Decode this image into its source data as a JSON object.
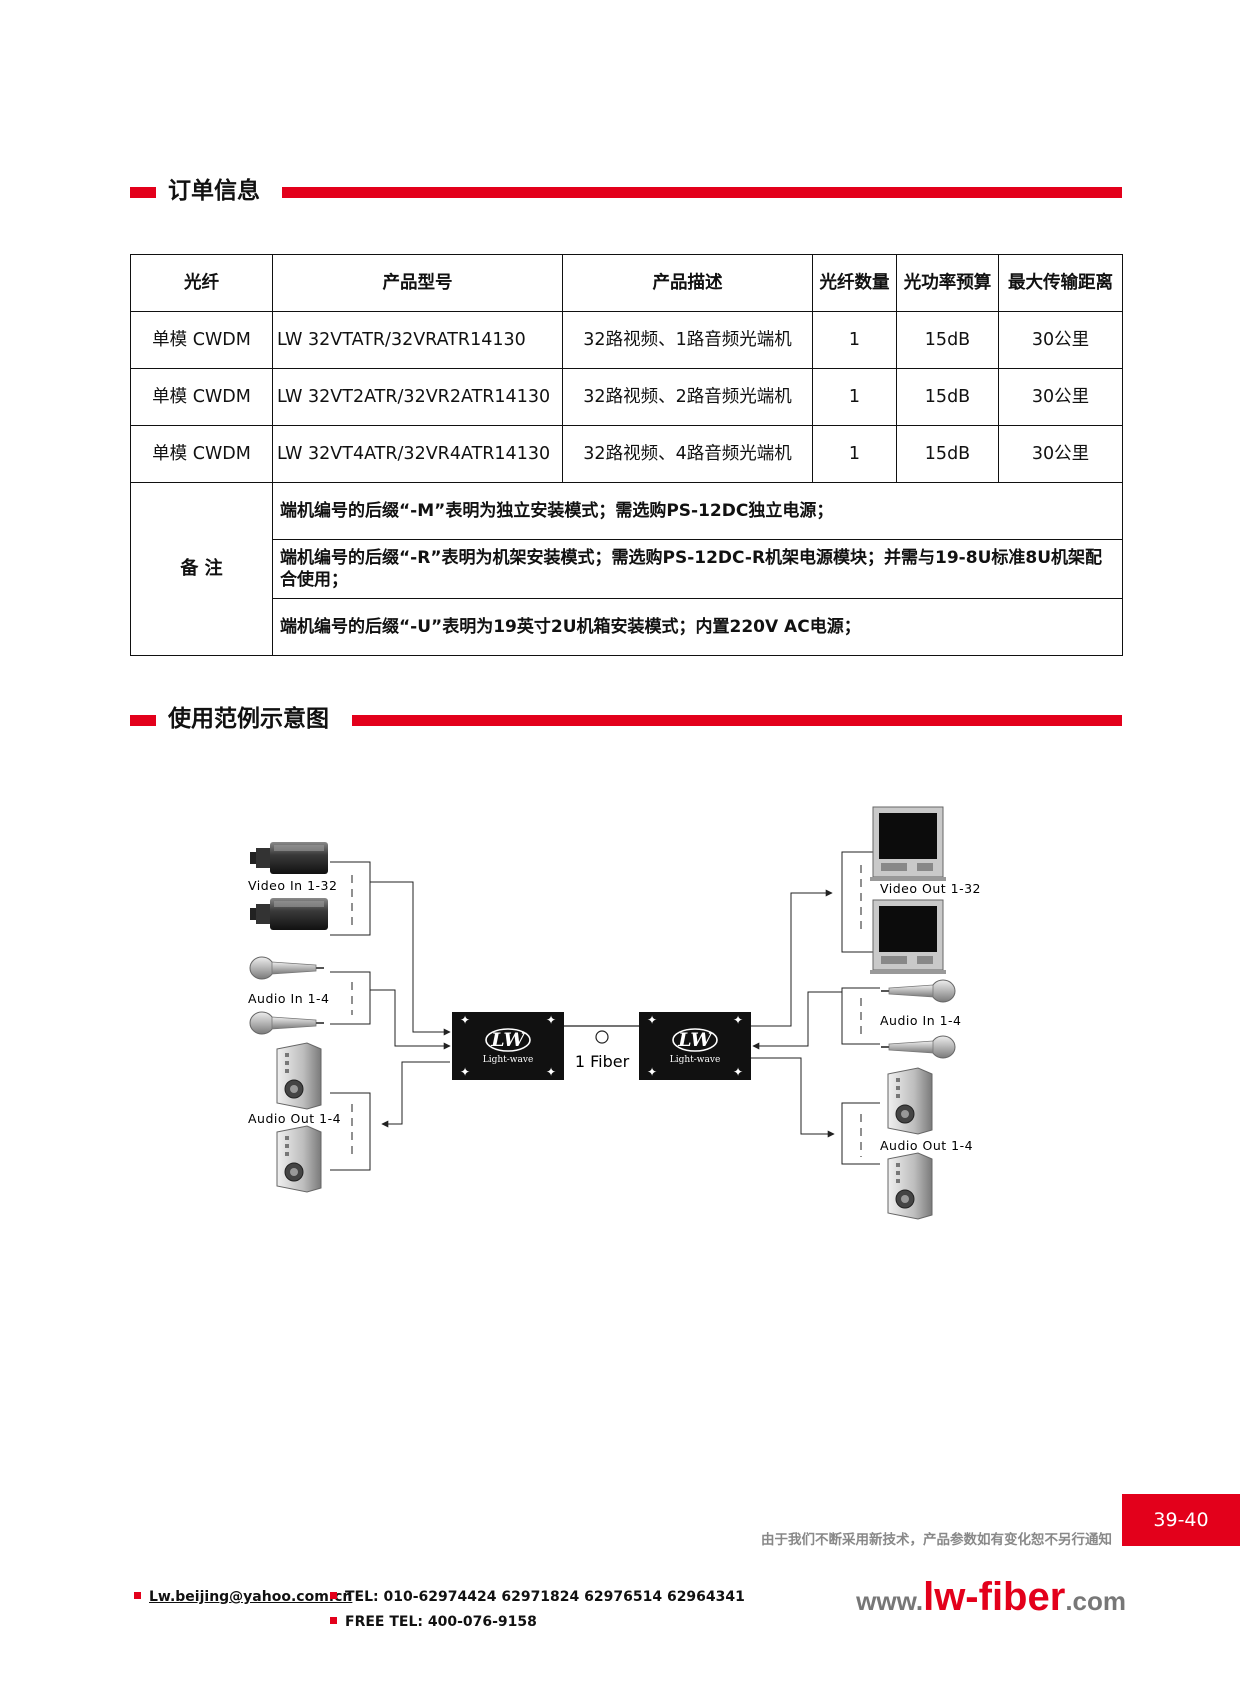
{
  "section_order": {
    "title": "订单信息"
  },
  "table": {
    "headers": [
      "光纤",
      "产品型号",
      "产品描述",
      "光纤数量",
      "光功率预算",
      "最大传输距离"
    ],
    "rows": [
      [
        "单模 CWDM",
        "LW 32VTATR/32VRATR14130",
        "32路视频、1路音频光端机",
        "1",
        "15dB",
        "30公里"
      ],
      [
        "单模 CWDM",
        "LW 32VT2ATR/32VR2ATR14130",
        "32路视频、2路音频光端机",
        "1",
        "15dB",
        "30公里"
      ],
      [
        "单模 CWDM",
        "LW 32VT4ATR/32VR4ATR14130",
        "32路视频、4路音频光端机",
        "1",
        "15dB",
        "30公里"
      ]
    ],
    "notes_label": "备 注",
    "notes": [
      "端机编号的后缀“-M”表明为独立安装模式；需选购PS-12DC独立电源；",
      "端机编号的后缀“-R”表明为机架安装模式；需选购PS-12DC-R机架电源模块；并需与19-8U标准8U机架配合使用；",
      "端机编号的后缀“-U”表明为19英寸2U机箱安装模式；内置220V AC电源；"
    ]
  },
  "section_usage": {
    "title": "使用范例示意图"
  },
  "diagram": {
    "left": {
      "video_in": "Video In 1-32",
      "audio_in": "Audio In 1-4",
      "audio_out": "Audio Out 1-4"
    },
    "right": {
      "video_out": "Video Out 1-32",
      "audio_in": "Audio In 1-4",
      "audio_out": "Audio Out 1-4"
    },
    "fiber": "1 Fiber",
    "logo_text": "LW",
    "logo_sub": "Light-wave"
  },
  "footer": {
    "page": "39-40",
    "disclaimer": "由于我们不断采用新技术，产品参数如有变化恕不另行通知",
    "email": "Lw.beijing@yahoo.com.cn",
    "tel": "TEL: 010-62974424 62971824 62976514 62964341",
    "free_tel": "FREE TEL: 400-076-9158",
    "web_prefix": "www.",
    "web_brand": "lw-fiber",
    "web_suffix": ".com"
  },
  "colors": {
    "accent": "#e3001b"
  }
}
